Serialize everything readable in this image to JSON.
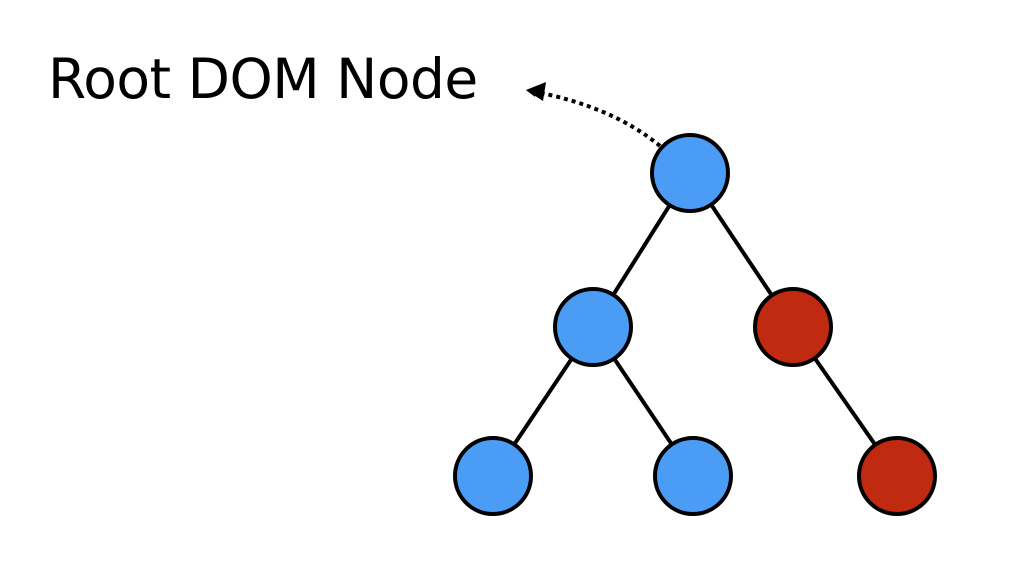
{
  "diagram": {
    "label": "Root DOM Node",
    "colors": {
      "normal_node": "#4a9cf5",
      "highlight_node": "#c02a10",
      "stroke": "#000000",
      "background": "#ffffff"
    },
    "nodes": [
      {
        "id": "root",
        "name": "root-node",
        "state": "normal"
      },
      {
        "id": "left",
        "name": "left-child-node",
        "state": "normal"
      },
      {
        "id": "right",
        "name": "right-child-node",
        "state": "highlighted"
      },
      {
        "id": "left-left",
        "name": "left-left-leaf-node",
        "state": "normal"
      },
      {
        "id": "left-right",
        "name": "left-right-leaf-node",
        "state": "normal"
      },
      {
        "id": "right-right",
        "name": "right-right-leaf-node",
        "state": "highlighted"
      }
    ],
    "edges": [
      {
        "from": "root",
        "to": "left"
      },
      {
        "from": "root",
        "to": "right"
      },
      {
        "from": "left",
        "to": "left-left"
      },
      {
        "from": "left",
        "to": "left-right"
      },
      {
        "from": "right",
        "to": "right-right"
      }
    ],
    "pointer": {
      "from": "root",
      "to": "label",
      "style": "dotted"
    }
  }
}
